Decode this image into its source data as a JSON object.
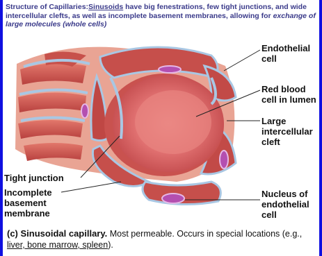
{
  "header": {
    "lead": "Structure of Capillaries:",
    "term": "Sinusoids",
    "rest": " have big fenestrations, few tight junctions, and wide intercellular clefts, as well as incomplete basement membranes, allowing for ",
    "emph": "exchange of large molecules (whole cells)"
  },
  "labels": {
    "endothelial_1": "Endothelial",
    "endothelial_2": "cell",
    "rbc_1": "Red blood",
    "rbc_2": "cell in lumen",
    "cleft_1": "Large",
    "cleft_2": "intercellular",
    "cleft_3": "cleft",
    "tight_junction": "Tight junction",
    "basement_1": "Incomplete",
    "basement_2": "basement",
    "basement_3": "membrane",
    "nucleus_1": "Nucleus of",
    "nucleus_2": "endothelial",
    "nucleus_3": "cell"
  },
  "caption": {
    "title": "(c) Sinusoidal capillary.",
    "text1": " Most permeable. Occurs in special locations (e.g., ",
    "examples": "liver, bone marrow, spleen",
    "text2": ")."
  },
  "colors": {
    "border": "#1010e0",
    "tissue": "#c9524f",
    "tissue_light": "#e88a7a",
    "membrane": "#a9c7e3",
    "rbc": "#d96a6a",
    "nucleus": "#b44fb0",
    "header_text": "#3a3a8a"
  }
}
